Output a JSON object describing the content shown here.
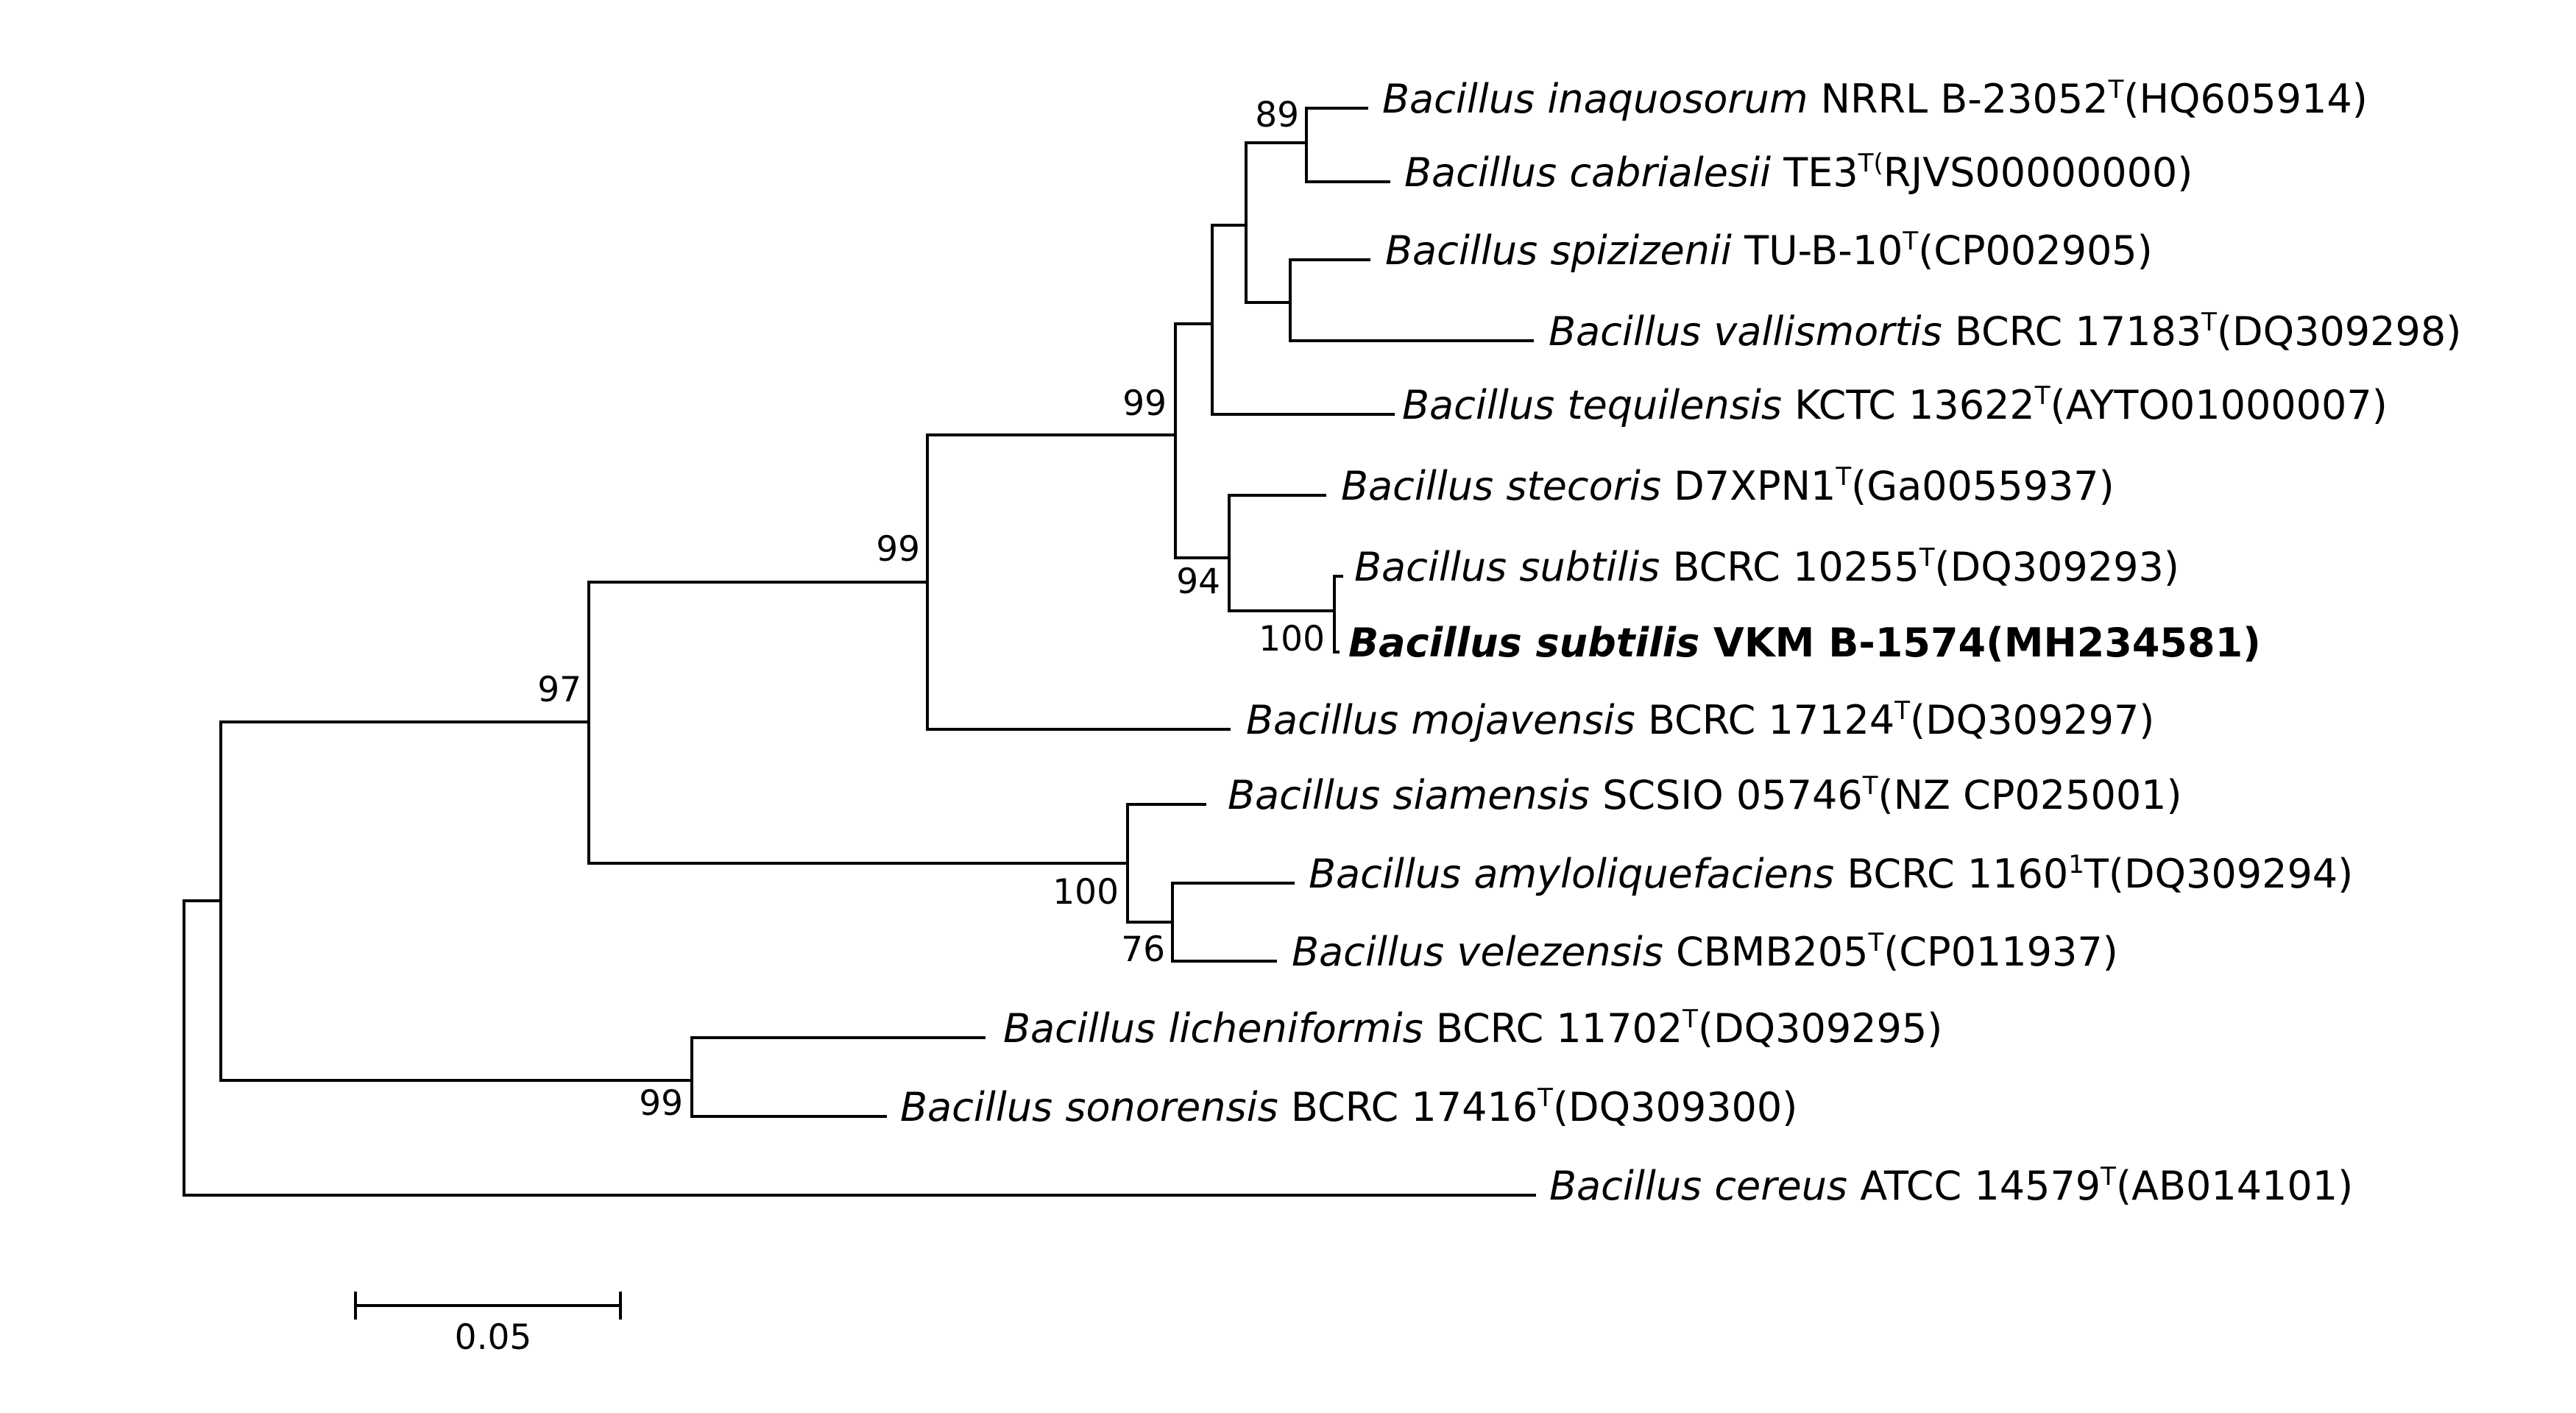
{
  "tree": {
    "leaves": [
      {
        "id": "inaquosorum",
        "species": "Bacillus inaquosorum",
        "strain": " NRRL B-23052",
        "sup": "T",
        "acc": "(HQ605914)",
        "bold": false
      },
      {
        "id": "cabrialesii",
        "species": "Bacillus cabrialesii",
        "strain": " TE3",
        "sup": "T(",
        "acc": "RJVS00000000)",
        "bold": false
      },
      {
        "id": "spizizenii",
        "species": "Bacillus spizizenii",
        "strain": " TU-B-10",
        "sup": "T",
        "acc": "(CP002905)",
        "bold": false
      },
      {
        "id": "vallismortis",
        "species": "Bacillus vallismortis",
        "strain": " BCRC 17183",
        "sup": "T",
        "acc": "(DQ309298)",
        "bold": false
      },
      {
        "id": "tequilensis",
        "species": "Bacillus tequilensis",
        "strain": " KCTC 13622",
        "sup": "T",
        "acc": "(AYTO01000007)",
        "bold": false
      },
      {
        "id": "stecoris",
        "species": "Bacillus stecoris",
        "strain": " D7XPN1",
        "sup": "T",
        "acc": "(Ga0055937)",
        "bold": false
      },
      {
        "id": "subtilis-bcrc",
        "species": "Bacillus subtilis",
        "strain": " BCRC 10255",
        "sup": "T",
        "acc": "(DQ309293)",
        "bold": false
      },
      {
        "id": "subtilis-vkm",
        "species": "Bacillus subtilis",
        "strain": " VKM B-1574(MH234581)",
        "sup": "",
        "acc": "",
        "bold": true
      },
      {
        "id": "mojavensis",
        "species": "Bacillus mojavensis",
        "strain": " BCRC 17124",
        "sup": "T",
        "acc": "(DQ309297)",
        "bold": false
      },
      {
        "id": "siamensis",
        "species": "Bacillus siamensis",
        "strain": " SCSIO 05746",
        "sup": "T",
        "acc": "(NZ CP025001)",
        "bold": false
      },
      {
        "id": "amyloliquefaciens",
        "species": "Bacillus amyloliquefaciens",
        "strain": " BCRC 1160",
        "sup": "1",
        "acc": "T(DQ309294)",
        "bold": false
      },
      {
        "id": "velezensis",
        "species": "Bacillus velezensis",
        "strain": " CBMB205",
        "sup": "T",
        "acc": "(CP011937)",
        "bold": false
      },
      {
        "id": "licheniformis",
        "species": "Bacillus licheniformis",
        "strain": " BCRC 11702",
        "sup": "T",
        "acc": "(DQ309295)",
        "bold": false
      },
      {
        "id": "sonorensis",
        "species": "Bacillus sonorensis",
        "strain": " BCRC 17416",
        "sup": "T",
        "acc": "(DQ309300)",
        "bold": false
      },
      {
        "id": "cereus",
        "species": "Bacillus cereus",
        "strain": " ATCC 14579",
        "sup": "T",
        "acc": "(AB014101)",
        "bold": false
      }
    ],
    "bootstrap": [
      {
        "id": "inaq-cabr",
        "value": "89"
      },
      {
        "id": "subtilis-core",
        "value": "99"
      },
      {
        "id": "subtilis-group",
        "value": "99"
      },
      {
        "id": "main-97",
        "value": "97"
      },
      {
        "id": "stecoris-subtilis",
        "value": "94"
      },
      {
        "id": "subtilis-pair",
        "value": "100"
      },
      {
        "id": "siamensis-group",
        "value": "100"
      },
      {
        "id": "amylo-velez",
        "value": "76"
      },
      {
        "id": "lich-sonor",
        "value": "99"
      }
    ],
    "scale_bar": {
      "label": "0.05"
    }
  }
}
